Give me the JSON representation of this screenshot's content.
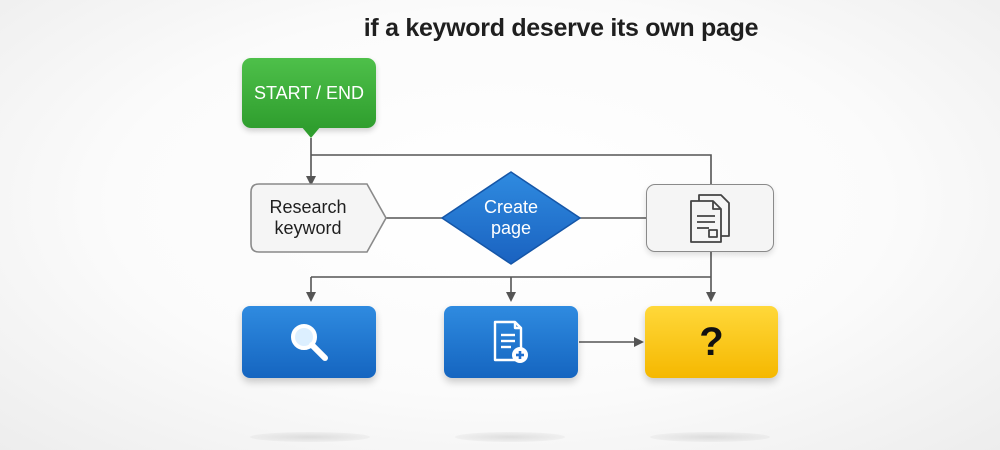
{
  "title": "if a keyword deserve its own page",
  "nodes": {
    "start_end": {
      "label": "START / END",
      "color": "#38ac37"
    },
    "research_keyword": {
      "line1": "Research",
      "line2": "keyword"
    },
    "create_page": {
      "line1": "Create",
      "line2": "page",
      "color": "#1f6fd0"
    },
    "existing_page": {
      "icon": "document-stack-icon"
    },
    "search": {
      "icon": "magnifier-icon",
      "color": "#1f73d2"
    },
    "add_page": {
      "icon": "document-add-icon",
      "color": "#1f73d2"
    },
    "decision": {
      "label": "?",
      "color": "#fcc419"
    }
  },
  "colors": {
    "connector": "#555555"
  }
}
